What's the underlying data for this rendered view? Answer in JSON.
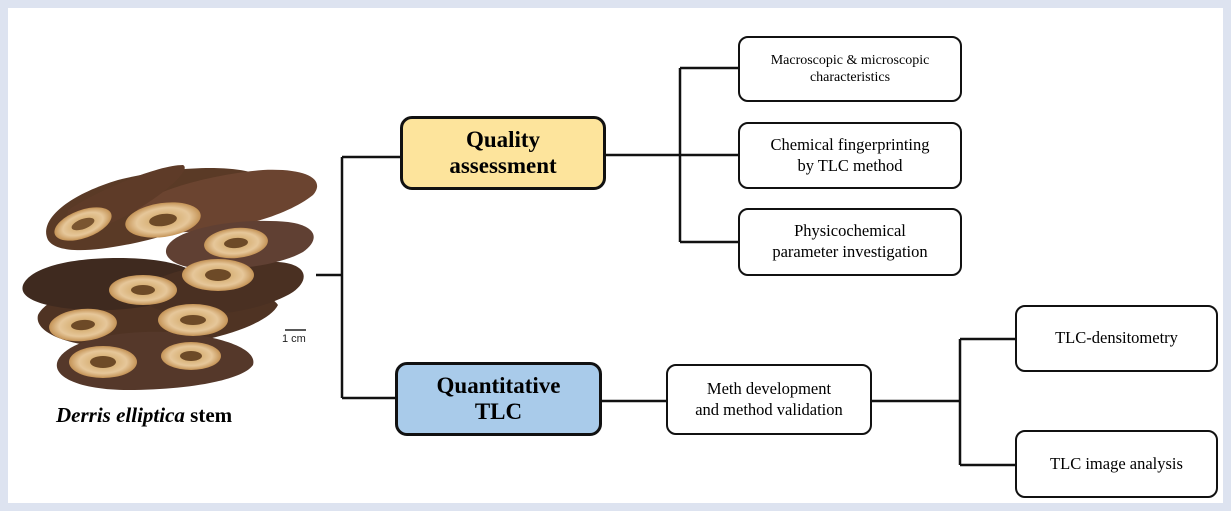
{
  "diagram": {
    "specimen": {
      "name_italic": "Derris elliptica",
      "name_suffix": " stem",
      "scale_label": "1 cm"
    },
    "quality_assessment": {
      "label": "Quality\nassessment",
      "fill": "#fde49c",
      "children": [
        "Macroscopic & microscopic\ncharacteristics",
        "Chemical fingerprinting\nby TLC method",
        "Physicochemical\nparameter investigation"
      ]
    },
    "quantitative_tlc": {
      "label": "Quantitative\nTLC",
      "fill": "#a9cbea",
      "method_label": "Meth development\nand method validation",
      "children": [
        "TLC-densitometry",
        "TLC image analysis"
      ]
    }
  }
}
